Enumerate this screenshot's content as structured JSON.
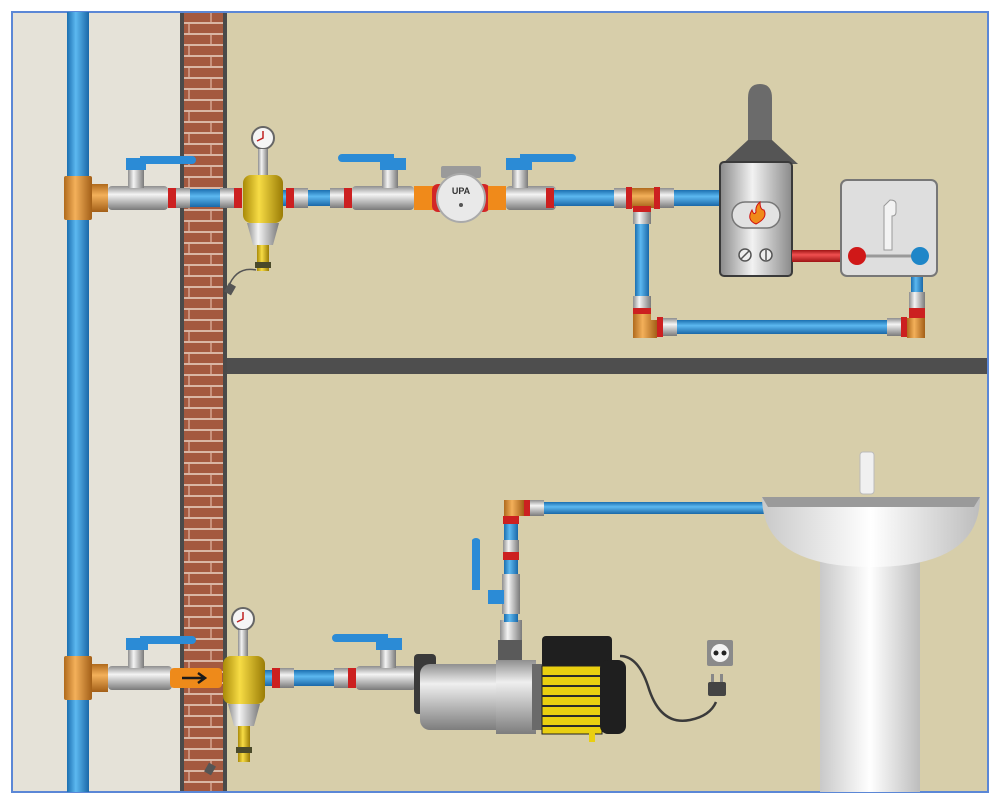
{
  "diagram": {
    "title": "",
    "colors": {
      "frame": "#5b87d6",
      "left_wall": "#e5e2d8",
      "room": "#d7ceaa",
      "brick": "#a4593f",
      "floor": "#4a4a4a",
      "cold_pipe": "#2f8fd0",
      "hot_pipe": "#d32626",
      "fitting_brass": "#e0912e",
      "valve_handle": "#2b8bd6",
      "filter_yellow": "#e6c319"
    },
    "upper_floor": {
      "components": [
        "riser-tee",
        "ball-valve",
        "mesh-filter-with-gauge",
        "ball-valve",
        "circulation-pump",
        "ball-valve",
        "tee",
        "water-heater",
        "mixer-tap"
      ],
      "pump_label": "UPA"
    },
    "lower_floor": {
      "components": [
        "riser-tee",
        "ball-valve",
        "check-valve",
        "mesh-filter-with-gauge",
        "ball-valve",
        "surface-pump",
        "ball-valve",
        "elbow",
        "washbasin",
        "power-socket",
        "plug"
      ]
    }
  }
}
